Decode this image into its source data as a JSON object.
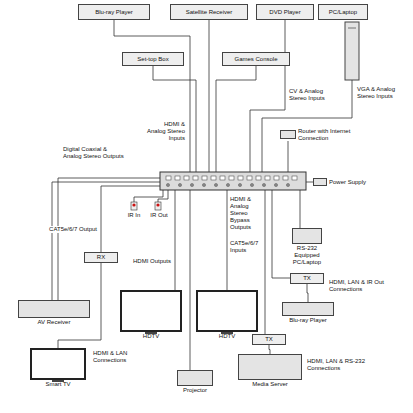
{
  "diagram": {
    "nodes": [
      {
        "text": [
          "Blu-ray Player"
        ]
      },
      {
        "text": [
          "Satellite Receiver"
        ]
      },
      {
        "text": [
          "DVD Player"
        ]
      },
      {
        "text": [
          "PC/Laptop"
        ]
      },
      {
        "text": [
          "Set-top Box"
        ]
      },
      {
        "text": [
          "Games Console"
        ]
      },
      {
        "text": [
          "Router with Internet Connection"
        ]
      },
      {
        "text": [
          "Power Supply"
        ]
      },
      {
        "text": [
          "RS-232 Equipped PC/Laptop"
        ]
      },
      {
        "text": [
          "RX"
        ]
      },
      {
        "text": [
          "TX"
        ]
      },
      {
        "text": [
          "AV Receiver"
        ]
      },
      {
        "text": [
          "Blu-ray Player"
        ]
      },
      {
        "text": [
          "HDTV"
        ]
      },
      {
        "text": [
          "HDTV"
        ]
      },
      {
        "text": [
          "Smart TV"
        ]
      },
      {
        "text": [
          "TX"
        ]
      },
      {
        "text": [
          "Projector"
        ]
      },
      {
        "text": [
          "Media Server"
        ]
      }
    ],
    "edges": [
      {
        "from": 9,
        "to": 15,
        "arrow": "none"
      },
      {
        "from": 10,
        "to": 12,
        "arrow": "none"
      },
      {
        "from": 16,
        "to": 18,
        "arrow": "none"
      }
    ],
    "labels": [
      "HDMI & Analog Stereo Inputs",
      "CV & Analog Stereo Inputs",
      "VGA & Analog Stereo Inputs",
      "Digital Coaxial & Analog Stereo Outputs",
      "IR In",
      "IR Out",
      "CAT5e/6/7 Output",
      "HDMI Outputs",
      "HDMI & Analog Stereo Bypass Outputs",
      "CAT5e/6/7 Inputs",
      "HDMI, LAN & IR Out Connections",
      "HDMI & LAN Connections",
      "HDMI, LAN & RS-232 Connections"
    ]
  }
}
